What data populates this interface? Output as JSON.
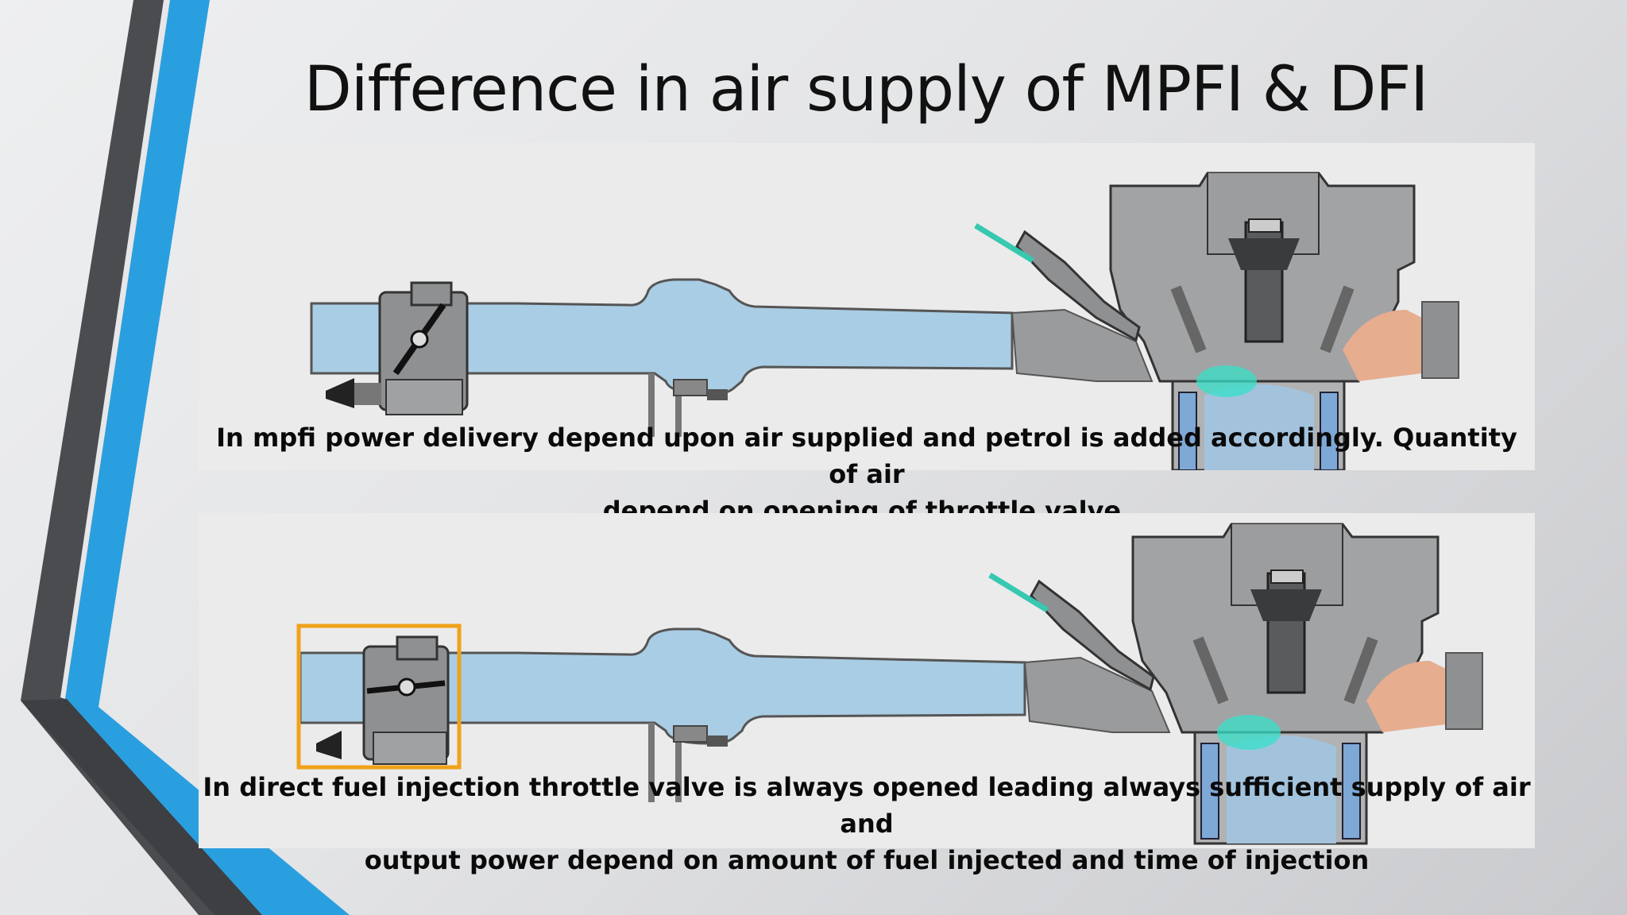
{
  "slide": {
    "title": "Difference in air supply of MPFI & DFI"
  },
  "panels": [
    {
      "caption_line1": "In mpfi power delivery depend upon air supplied and petrol is added accordingly. Quantity of air",
      "caption_line2": "depend on opening of throttle valve."
    },
    {
      "caption_line1": "In direct fuel injection throttle valve is always opened leading always sufficient supply of air and",
      "caption_line2": "output power depend on amount of fuel injected and time of injection"
    }
  ],
  "colors": {
    "accent_blue": "#2a9fe0",
    "dark_stripe": "#4a4c50",
    "air_blue": "#a9cde4",
    "highlight_orange": "#f0a21a",
    "fuel_spray": "#37e0c8"
  }
}
